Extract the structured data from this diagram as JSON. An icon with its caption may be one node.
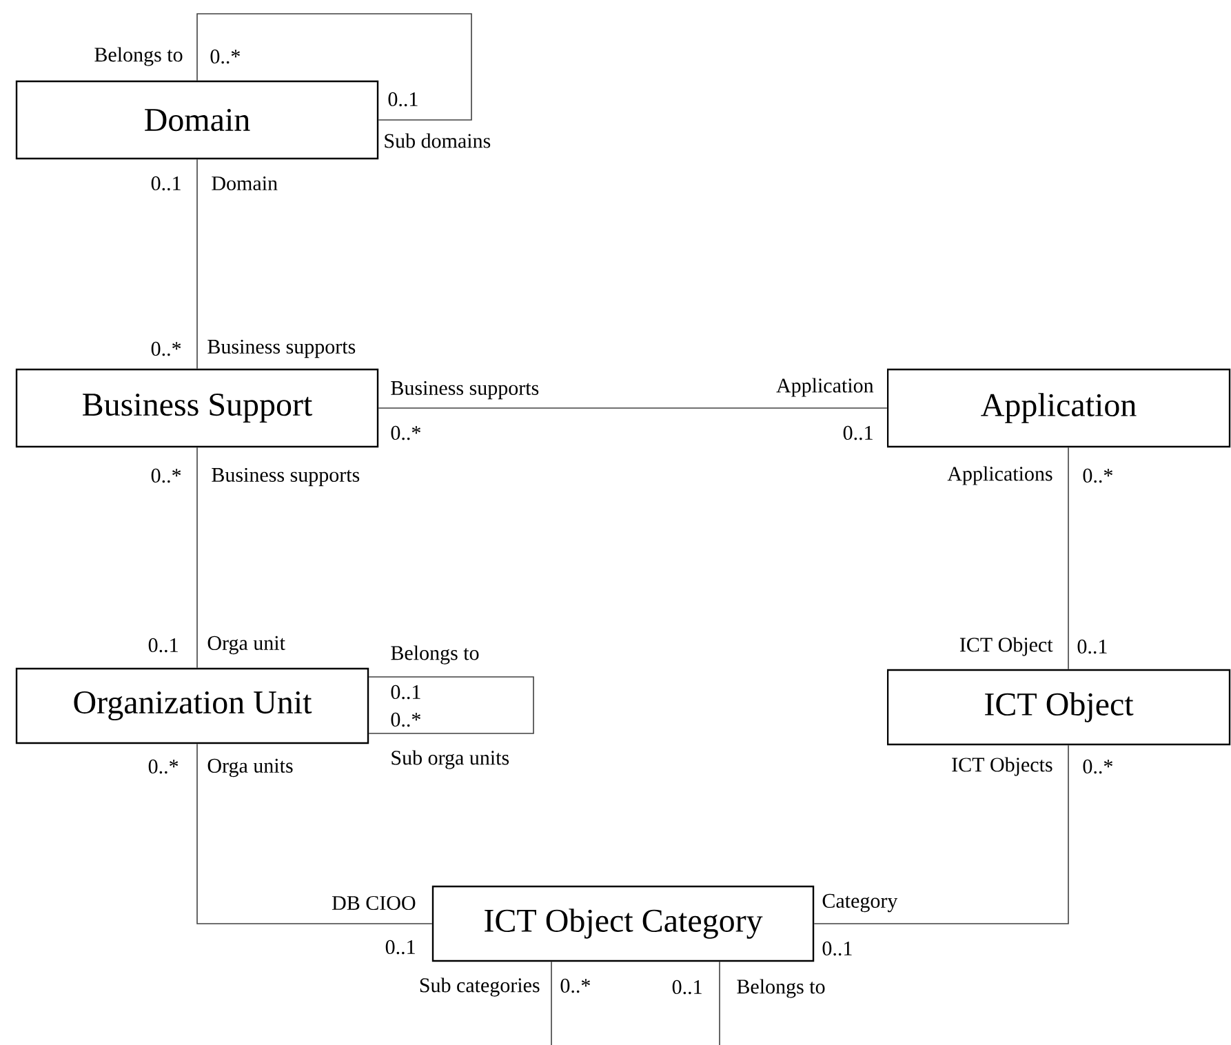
{
  "diagram": {
    "nodes": [
      {
        "text": [
          "Domain"
        ]
      },
      {
        "text": [
          "Business Support"
        ]
      },
      {
        "text": [
          "Application"
        ]
      },
      {
        "text": [
          "Organization Unit"
        ]
      },
      {
        "text": [
          "ICT Object"
        ]
      },
      {
        "text": [
          "ICT Object Category"
        ]
      }
    ],
    "edges": [
      {
        "from": 0,
        "to": 0,
        "arrow": "none"
      },
      {
        "from": 0,
        "to": 1,
        "arrow": "none"
      },
      {
        "from": 1,
        "to": 2,
        "arrow": "none"
      },
      {
        "from": 1,
        "to": 3,
        "arrow": "none"
      },
      {
        "from": 2,
        "to": 4,
        "arrow": "none"
      },
      {
        "from": 3,
        "to": 3,
        "arrow": "none"
      },
      {
        "from": 3,
        "to": 5,
        "arrow": "none"
      },
      {
        "from": 5,
        "to": 4,
        "arrow": "none"
      },
      {
        "from": 5,
        "to": 5,
        "arrow": "none"
      }
    ],
    "labels": [
      "Belongs to",
      "0..*",
      "0..1",
      "Sub domains",
      "0..1",
      "Domain",
      "0..*",
      "Business supports",
      "Business supports",
      "Application",
      "0..*",
      "0..1",
      "0..*",
      "Business supports",
      "Applications",
      "0..*",
      "0..1",
      "Orga unit",
      "ICT Object",
      "0..1",
      "Belongs to",
      "0..1",
      "0..*",
      "0..*",
      "Orga units",
      "Sub orga units",
      "ICT Objects",
      "0..*",
      "DB CIOO",
      "Category",
      "0..1",
      "0..1",
      "Sub categories",
      "0..*",
      "0..1",
      "Belongs to"
    ]
  }
}
